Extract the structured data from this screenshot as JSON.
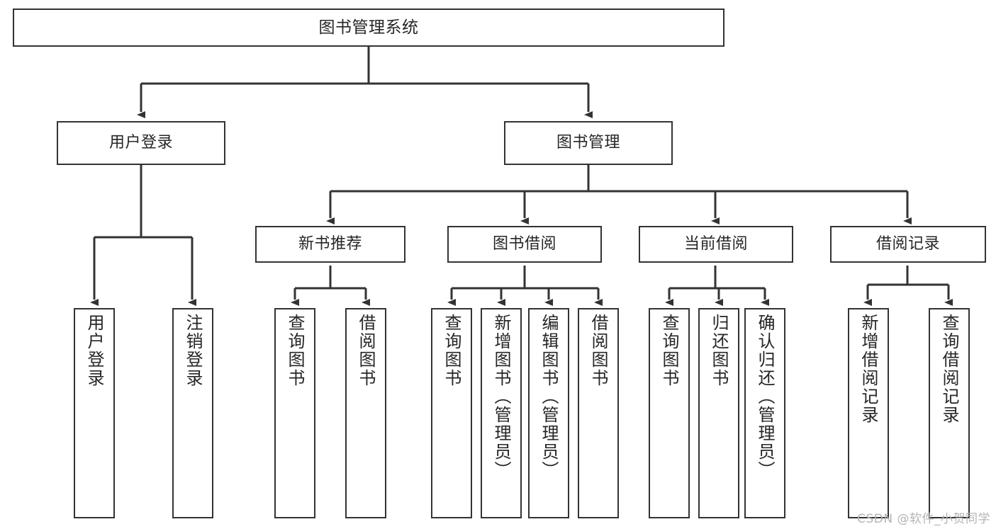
{
  "diagram": {
    "title": "图书管理系统",
    "type": "tree-hierarchy",
    "line_color": "#333333",
    "box_fill": "#ffffff",
    "text_color": "#262626",
    "nodes": {
      "root": {
        "label": "图书管理系统"
      },
      "level2": [
        {
          "label": "用户登录"
        },
        {
          "label": "图书管理"
        }
      ],
      "level3": [
        {
          "label": "新书推荐"
        },
        {
          "label": "图书借阅"
        },
        {
          "label": "当前借阅"
        },
        {
          "label": "借阅记录"
        }
      ],
      "leaves_user_login": [
        {
          "label": "用户登录"
        },
        {
          "label": "注销登录"
        }
      ],
      "leaves_new_book": [
        {
          "label": "查询图书"
        },
        {
          "label": "借阅图书"
        }
      ],
      "leaves_book_borrow": [
        {
          "label": "查询图书"
        },
        {
          "label": "新增图书（管理员）"
        },
        {
          "label": "编辑图书（管理员）"
        },
        {
          "label": "借阅图书"
        }
      ],
      "leaves_current_borrow": [
        {
          "label": "查询图书"
        },
        {
          "label": "归还图书"
        },
        {
          "label": "确认归还（管理员）"
        }
      ],
      "leaves_borrow_record": [
        {
          "label": "新增借阅记录"
        },
        {
          "label": "查询借阅记录"
        }
      ]
    }
  },
  "watermark": {
    "text": "CSDN @软件_小贺同学"
  }
}
